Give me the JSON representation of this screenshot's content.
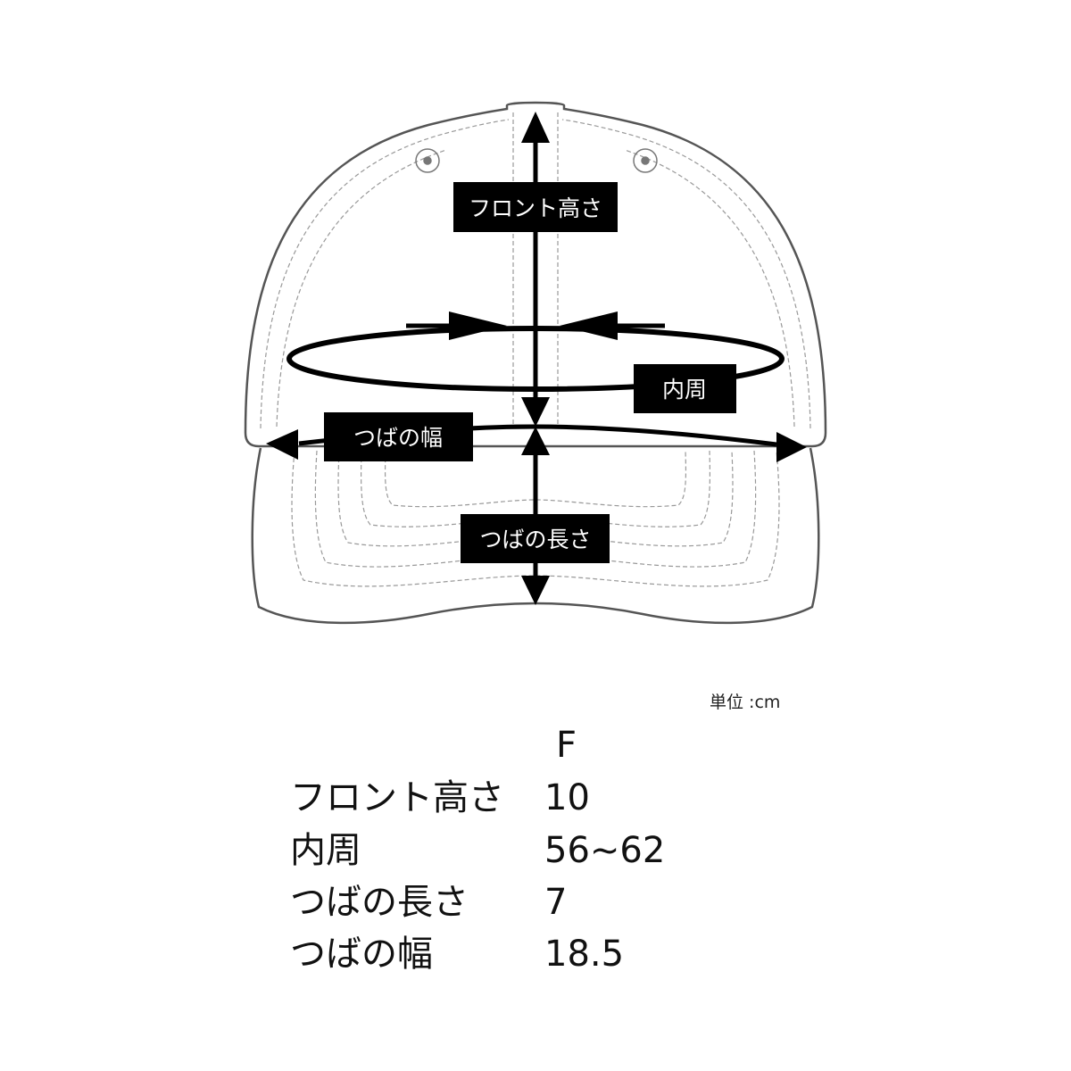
{
  "labels": {
    "front_height": "フロント高さ",
    "inner_circ": "内周",
    "brim_width": "つばの幅",
    "brim_length": "つばの長さ"
  },
  "unit": "単位 :cm",
  "size_table": {
    "column": "F",
    "rows": [
      {
        "name": "フロント高さ",
        "value": "10"
      },
      {
        "name": "内周",
        "value": "56~62"
      },
      {
        "name": "つばの長さ",
        "value": "7"
      },
      {
        "name": "つばの幅",
        "value": "18.5"
      }
    ]
  }
}
